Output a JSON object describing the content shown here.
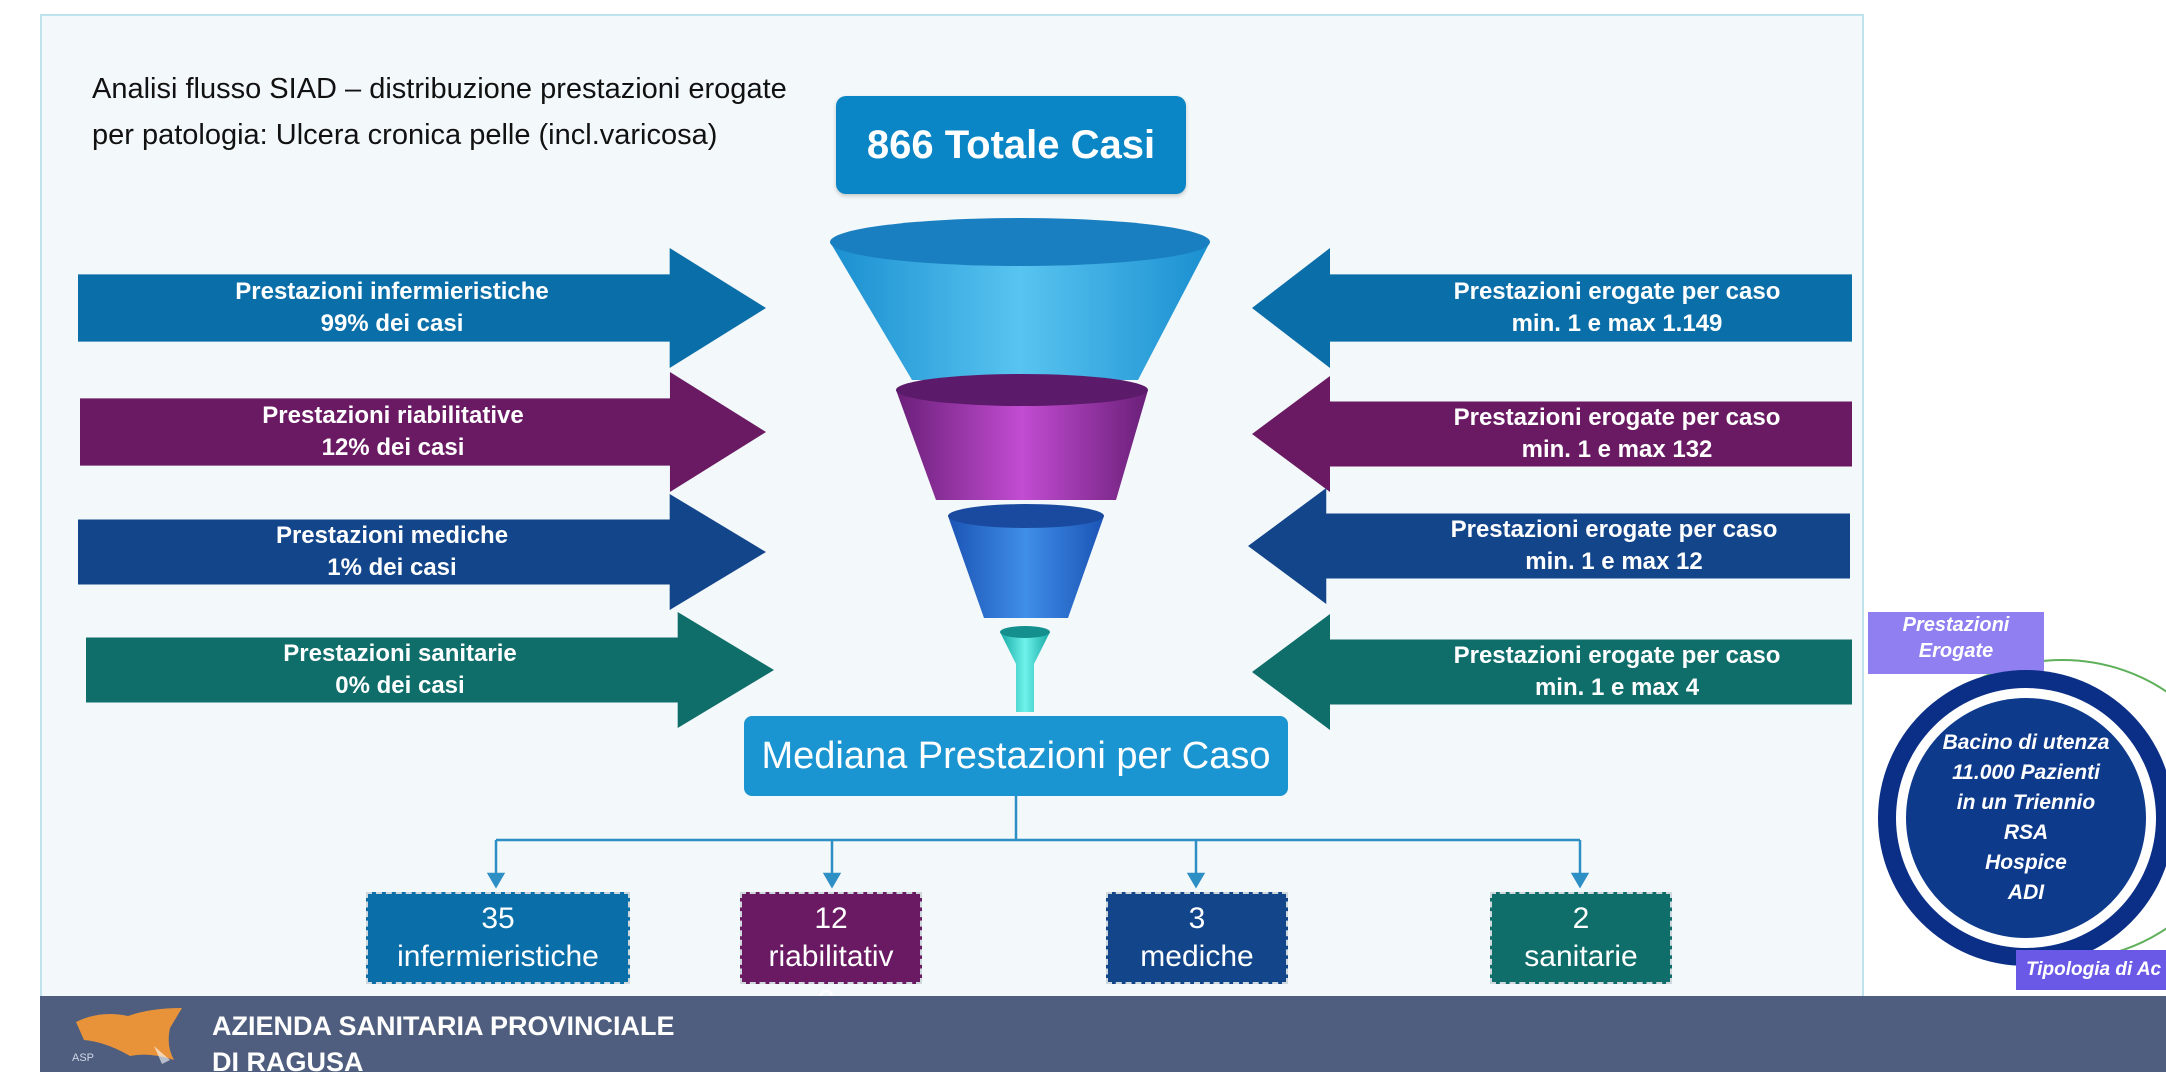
{
  "title": "Analisi flusso SIAD – distribuzione prestazioni erogate\nper patologia: Ulcera cronica pelle (incl.varicosa)",
  "total": "866 Totale Casi",
  "median": "Mediana Prestazioni per Caso",
  "rows": [
    {
      "left_prefix": "Prestazioni ",
      "left_kw": "infermieristiche",
      "left_pct": "99% dei casi",
      "right_l1": "Prestazioni erogate per caso",
      "right_l2": "min. 1 e max 1.149",
      "color": "#0a6ea8"
    },
    {
      "left_prefix": "Prestazioni ",
      "left_kw": "riabilitative",
      "left_pct": "12% dei casi",
      "right_l1": "Prestazioni erogate per caso",
      "right_l2": "min. 1 e max 132",
      "color": "#6a1a63"
    },
    {
      "left_prefix": "Prestazioni ",
      "left_kw": "mediche",
      "left_pct": "1% dei casi",
      "right_l1": "Prestazioni erogate per caso",
      "right_l2": "min. 1 e max 12",
      "color": "#12458a"
    },
    {
      "left_prefix": "Prestazioni ",
      "left_kw": "sanitarie",
      "left_pct": "0% dei casi",
      "right_l1": "Prestazioni erogate per caso",
      "right_l2": "min. 1 e max 4",
      "color": "#0f6e6a"
    }
  ],
  "boxes": [
    {
      "value": "35",
      "label": "infermieristiche",
      "color": "#0a6ea8"
    },
    {
      "value": "12",
      "label": "riabilitativ",
      "color": "#6a1a63"
    },
    {
      "value": "3",
      "label": "mediche",
      "color": "#12458a"
    },
    {
      "value": "2",
      "label": "sanitarie",
      "color": "#0f6e6a"
    }
  ],
  "box_overflow": "e",
  "footer": {
    "org": "AZIENDA SANITARIA PROVINCIALE\nDI RAGUSA",
    "logo_text": "ASP"
  },
  "side": {
    "label": "Prestazioni\nErogate",
    "circle_lines": [
      "Bacino di utenza",
      "11.000 Pazienti",
      "in un Triennio",
      "RSA",
      "Hospice",
      "ADI"
    ],
    "tipologia": "Tipologia di Ac"
  }
}
